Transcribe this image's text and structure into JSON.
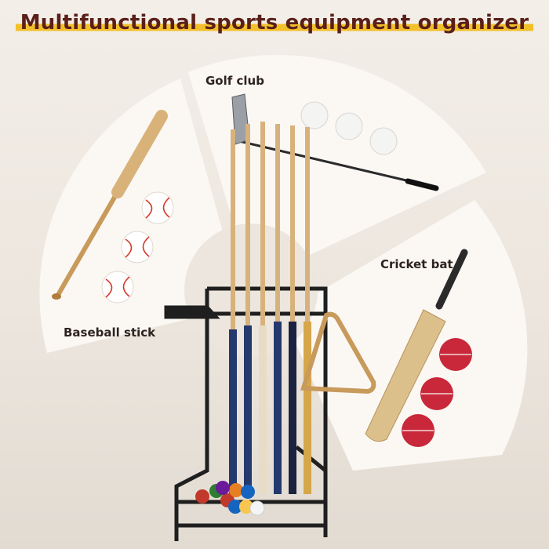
{
  "title": "Multifunctional sports equipment organizer",
  "labels": {
    "golf": "Golf club",
    "baseball": "Baseball stick",
    "cricket": "Cricket bat"
  },
  "colors": {
    "title_text": "#5a1f19",
    "title_highlight": "#f2c02b",
    "background": "#efe9e1",
    "panel": "#fbf8f4",
    "rack": "#1f1f1f",
    "wood": "#d9b27a"
  }
}
